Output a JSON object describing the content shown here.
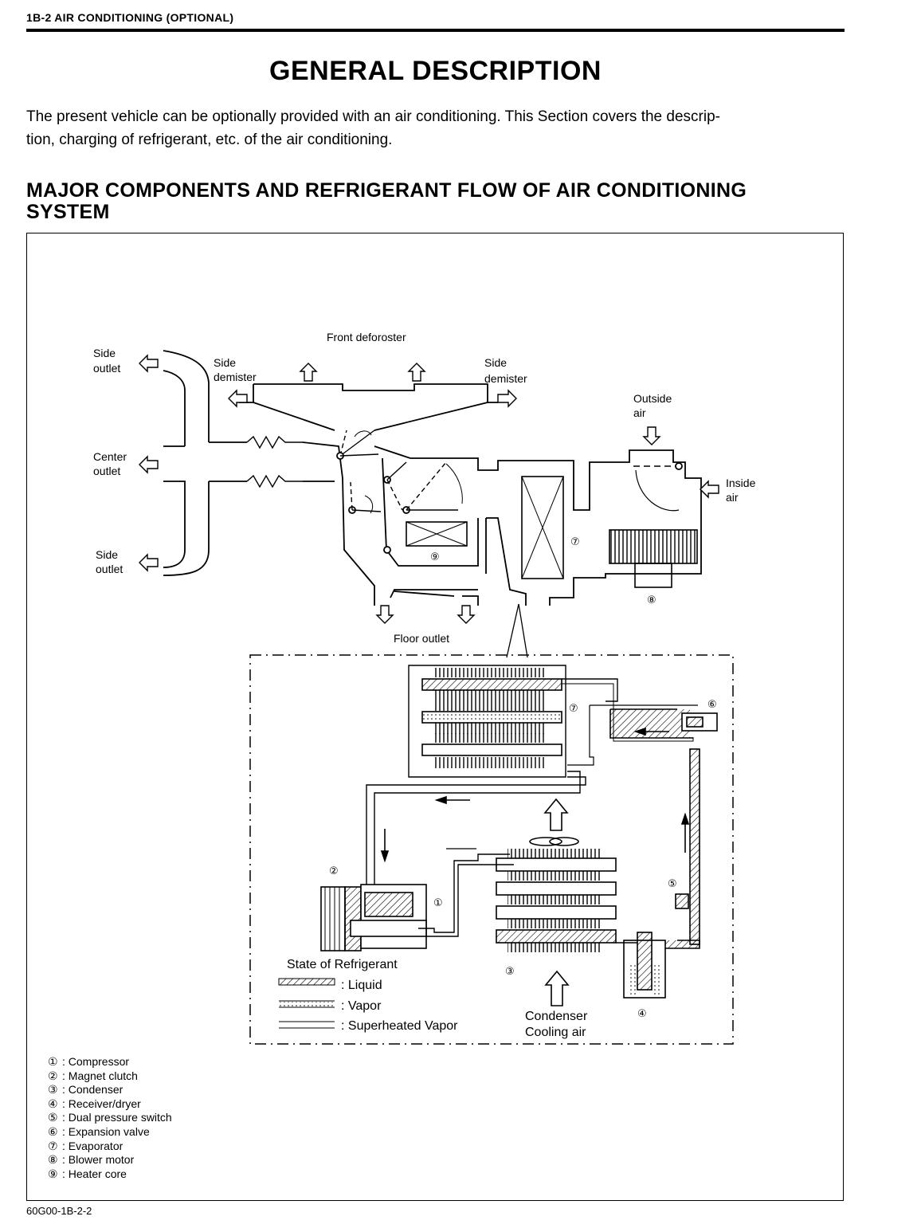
{
  "header": {
    "text": "1B-2   AIR CONDITIONING (OPTIONAL)"
  },
  "page_title": "GENERAL DESCRIPTION",
  "intro": {
    "line1": "The present vehicle can be optionally provided with an air conditioning. This Section covers the descrip-",
    "line2": "tion, charging of refrigerant, etc. of the air conditioning."
  },
  "section_title": {
    "line1": "MAJOR COMPONENTS AND REFRIGERANT FLOW OF AIR CONDITIONING",
    "line2": "SYSTEM"
  },
  "diagram": {
    "labels": {
      "front_deforoster": "Front deforoster",
      "side_outlet": [
        "Side",
        "outlet"
      ],
      "center_outlet": [
        "Center",
        "outlet"
      ],
      "side_demister": [
        "Side",
        "demister"
      ],
      "outside_air": [
        "Outside",
        "air"
      ],
      "inside_air": [
        "Inside",
        "air"
      ],
      "floor_outlet": "Floor outlet",
      "condenser_cooling_air": [
        "Condenser",
        "Cooling air"
      ]
    },
    "numbers": [
      "①",
      "②",
      "③",
      "④",
      "⑤",
      "⑥",
      "⑦",
      "⑧",
      "⑨"
    ],
    "state_legend": {
      "title": "State of Refrigerant",
      "liquid": ": Liquid",
      "vapor": ": Vapor",
      "superheated": ": Superheated Vapor"
    }
  },
  "components": [
    {
      "num": "①",
      "label": ": Compressor"
    },
    {
      "num": "②",
      "label": ": Magnet clutch"
    },
    {
      "num": "③",
      "label": ": Condenser"
    },
    {
      "num": "④",
      "label": ": Receiver/dryer"
    },
    {
      "num": "⑤",
      "label": ": Dual pressure switch"
    },
    {
      "num": "⑥",
      "label": ": Expansion valve"
    },
    {
      "num": "⑦",
      "label": ": Evaporator"
    },
    {
      "num": "⑧",
      "label": ": Blower motor"
    },
    {
      "num": "⑨",
      "label": ": Heater core"
    }
  ],
  "figure_code": "60G00-1B-2-2"
}
